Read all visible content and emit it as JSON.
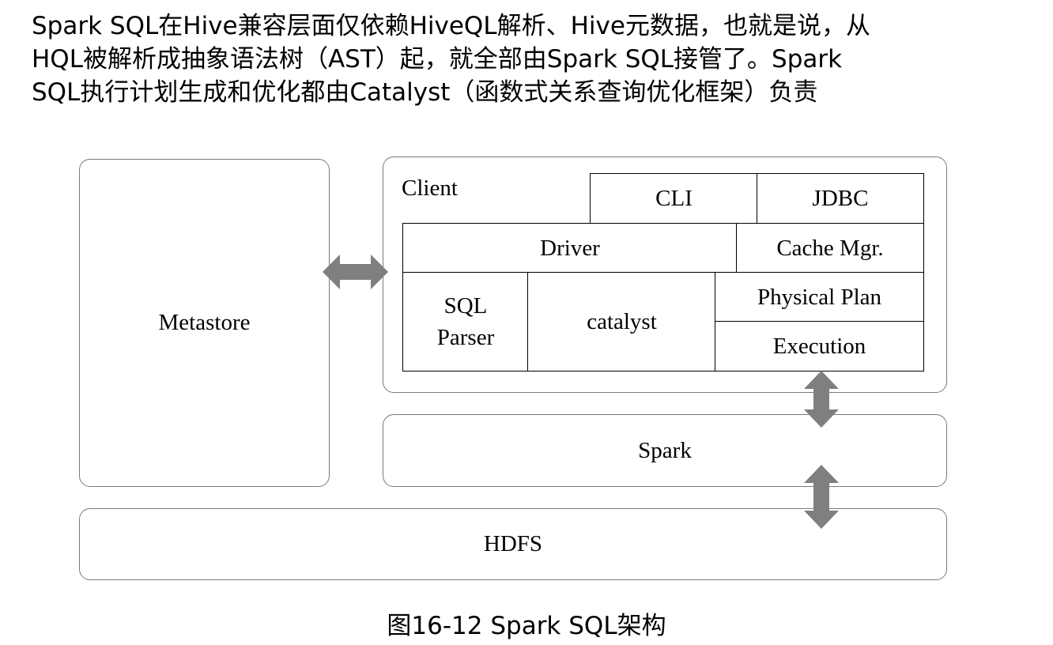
{
  "intro": {
    "line1": "Spark SQL在Hive兼容层面仅依赖HiveQL解析、Hive元数据，也就是说，从",
    "line2": "HQL被解析成抽象语法树（AST）起，就全部由Spark SQL接管了。Spark",
    "line3": "SQL执行计划生成和优化都由Catalyst（函数式关系查询优化框架）负责"
  },
  "diagram": {
    "metastore": "Metastore",
    "client": {
      "title": "Client",
      "cli": "CLI",
      "jdbc": "JDBC",
      "driver": "Driver",
      "cache_mgr": "Cache Mgr.",
      "sql_parser_line1": "SQL",
      "sql_parser_line2": "Parser",
      "catalyst": "catalyst",
      "physical_plan": "Physical Plan",
      "execution": "Execution"
    },
    "spark": "Spark",
    "hdfs": "HDFS",
    "arrow_color": "#7f7f7f"
  },
  "caption": "图16-12 Spark SQL架构"
}
